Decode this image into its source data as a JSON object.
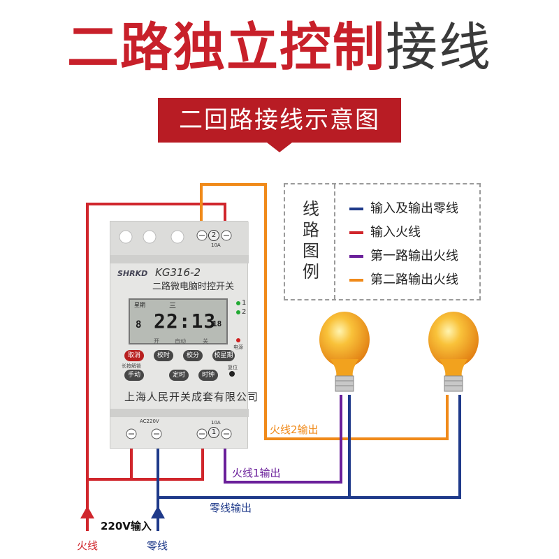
{
  "header": {
    "title_bold": "二路独立控制",
    "title_light": "接线",
    "subtitle": "二回路接线示意图"
  },
  "legend": {
    "title": "线路图例",
    "items": [
      {
        "label": "输入及输出零线",
        "color": "#1f3a8a"
      },
      {
        "label": "输入火线",
        "color": "#d0262c"
      },
      {
        "label": "第一路输出火线",
        "color": "#6a1f9a"
      },
      {
        "label": "第二路输出火线",
        "color": "#f08a1a"
      }
    ]
  },
  "wire_labels": {
    "live2_out": "火线2输出",
    "live1_out": "火线1输出",
    "neutral_out": "零线输出",
    "input_220v": "220V输入",
    "live_in": "火线",
    "neutral_in": "零线"
  },
  "device": {
    "brand": "SHRKD",
    "model": "KG316-2",
    "name": "二路微电脑时控开关",
    "lcd": {
      "week_label": "星期",
      "day": "三",
      "time": "22:13",
      "seconds": "18",
      "program": "8"
    },
    "mode_labels": [
      "开",
      "自动",
      "关"
    ],
    "leds": [
      "1",
      "2"
    ],
    "power_label": "电源",
    "reset_label": "复位",
    "long_press_label": "长按解锁",
    "buttons": [
      {
        "label": "取消",
        "color": "#b82020"
      },
      {
        "label": "校时",
        "color": "#474747"
      },
      {
        "label": "校分",
        "color": "#474747"
      },
      {
        "label": "校星期",
        "color": "#474747"
      },
      {
        "label": "手动",
        "color": "#474747"
      },
      {
        "label": "定时",
        "color": "#474747"
      },
      {
        "label": "时钟",
        "color": "#474747"
      }
    ],
    "company": "上海人民开关成套有限公司",
    "top_terminal_channel": "2",
    "top_terminal_rating": "10A",
    "bottom_power_label": "AC220V",
    "bottom_terminal_channel": "1",
    "bottom_terminal_rating": "10A"
  },
  "colors": {
    "accent_red": "#c8202a",
    "banner_red": "#b81c24",
    "neutral": "#1f3a8a",
    "live": "#d0262c",
    "out1": "#6a1f9a",
    "out2": "#f08a1a",
    "bulb": "#f7a81b"
  }
}
